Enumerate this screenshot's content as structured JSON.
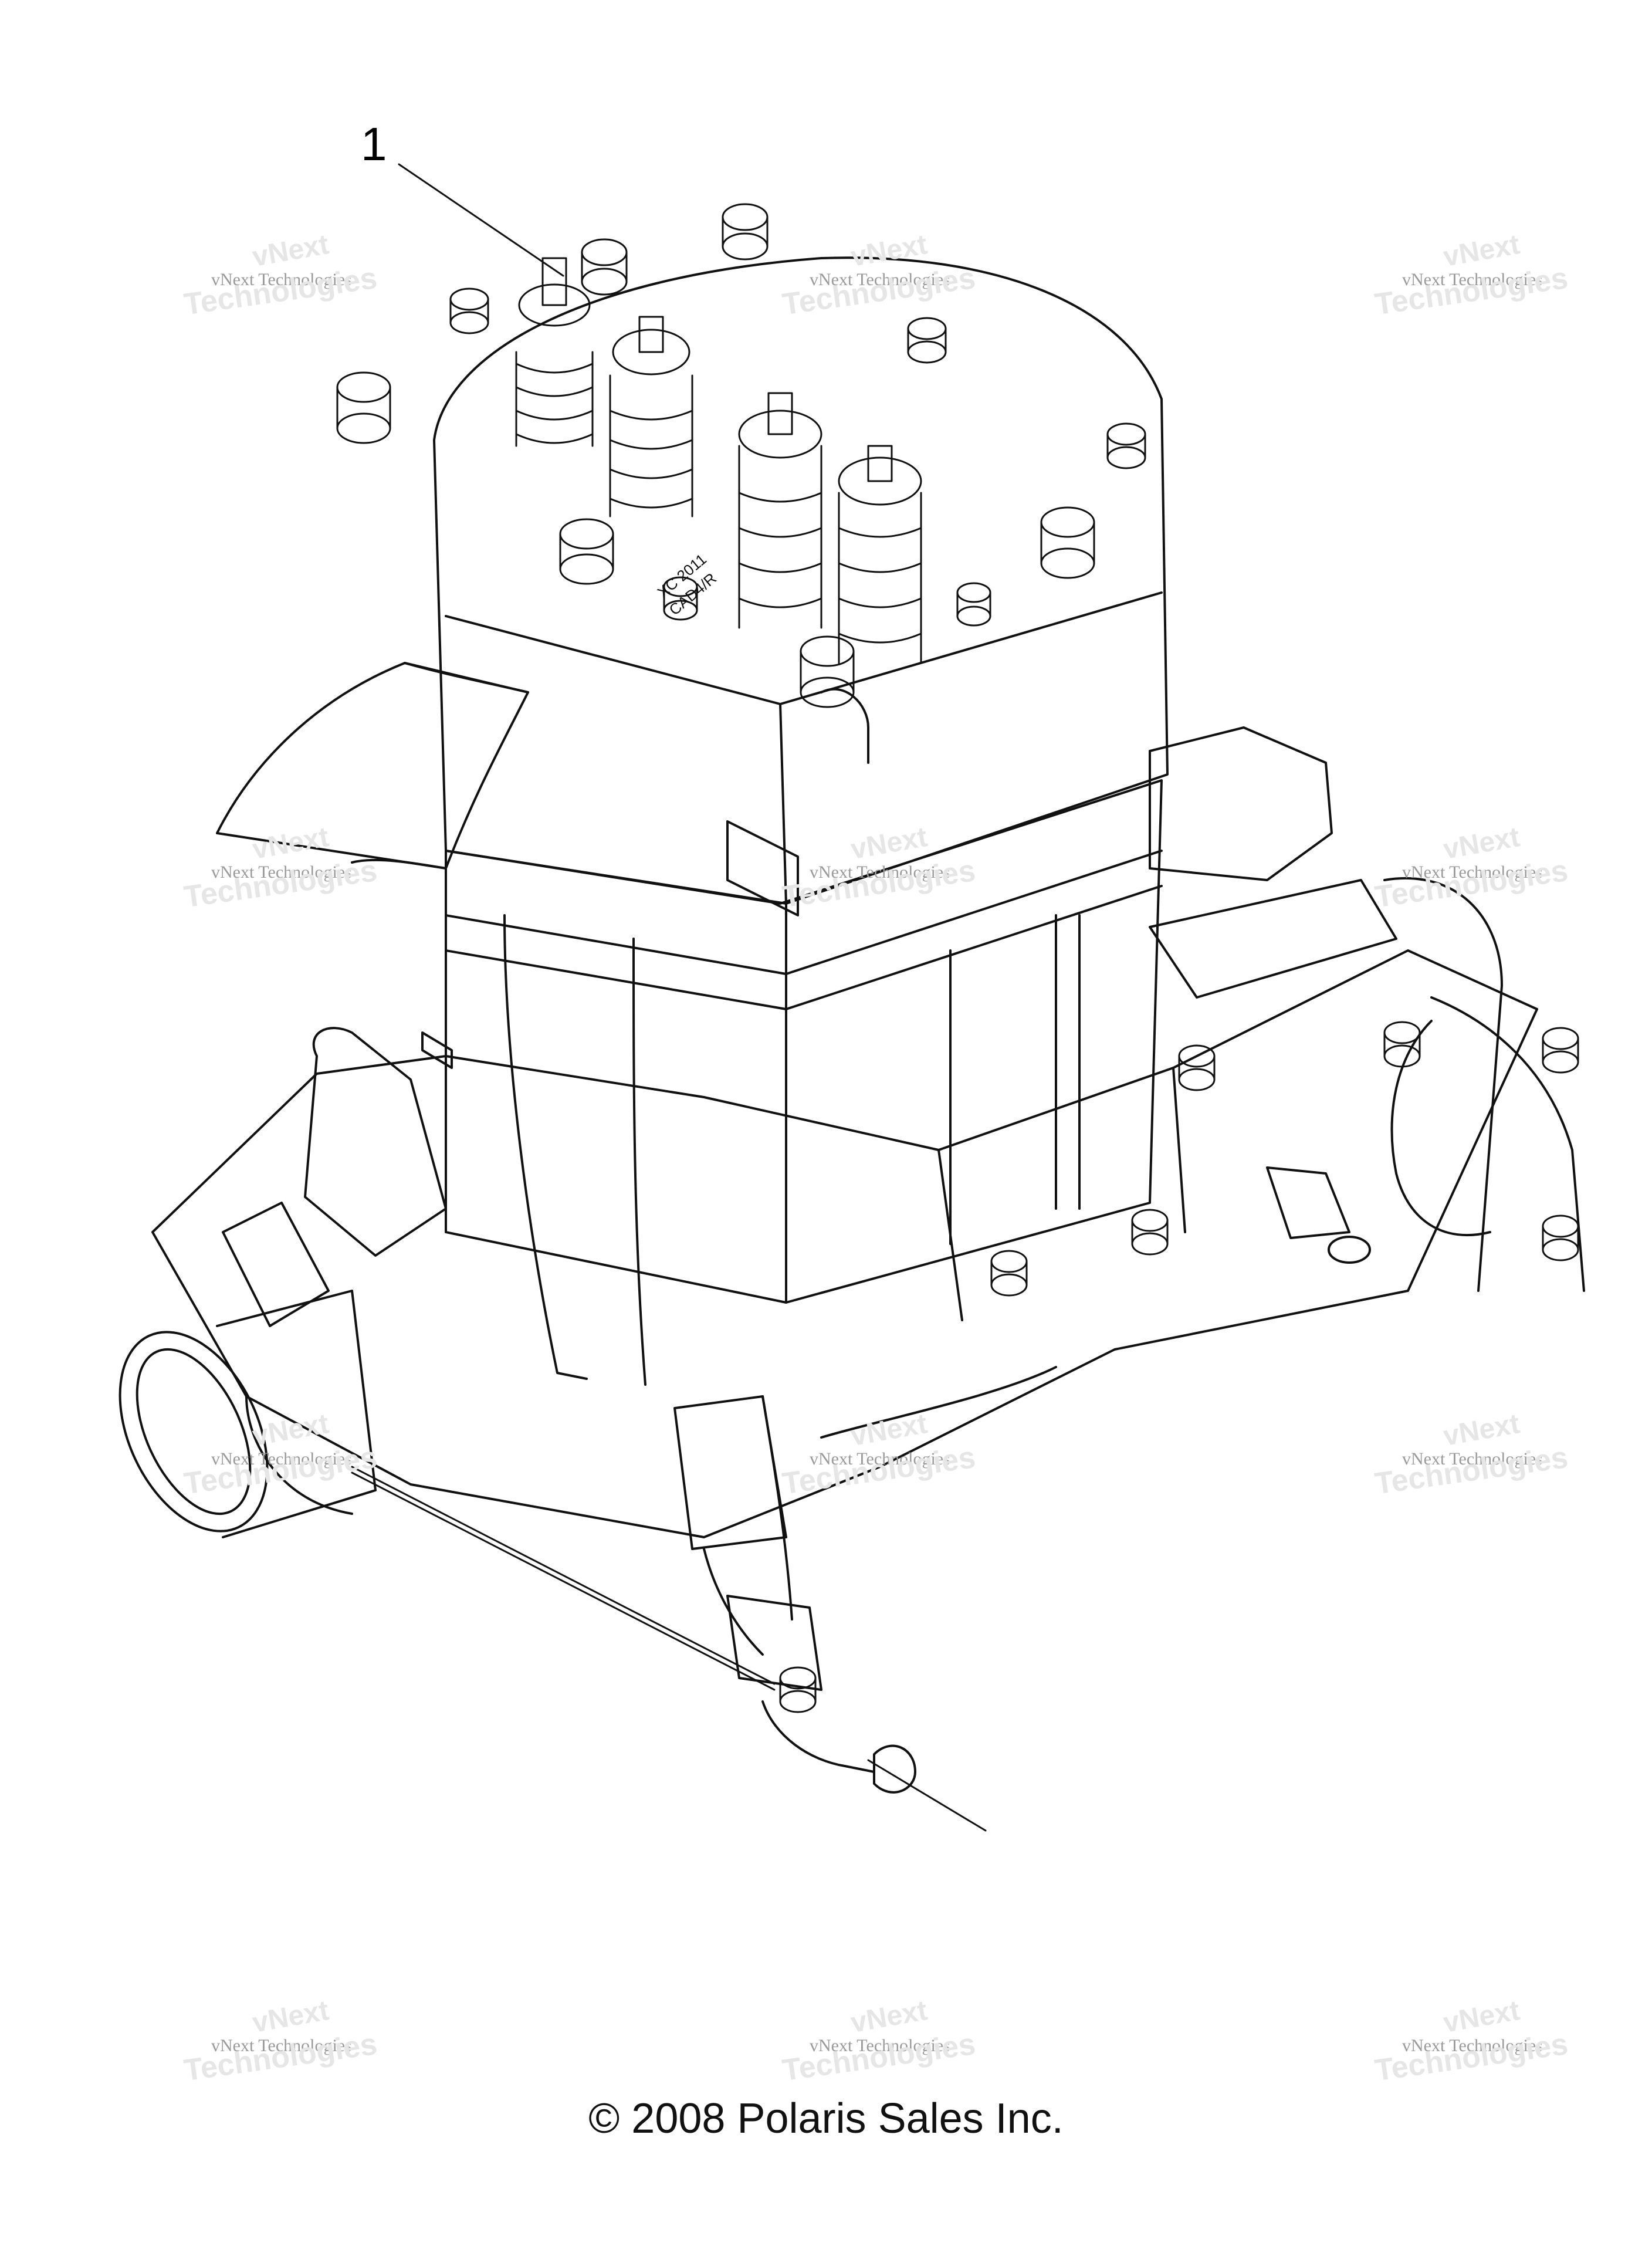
{
  "callout": {
    "number": "1"
  },
  "watermark": {
    "company": "vNext Technologies",
    "brand_top": "vNext",
    "brand_bottom": "Technologies"
  },
  "footer": {
    "copyright": "© 2008 Polaris Sales Inc."
  },
  "engine_label": {
    "line1": "XC 2011",
    "line2": "CAD4/R"
  }
}
